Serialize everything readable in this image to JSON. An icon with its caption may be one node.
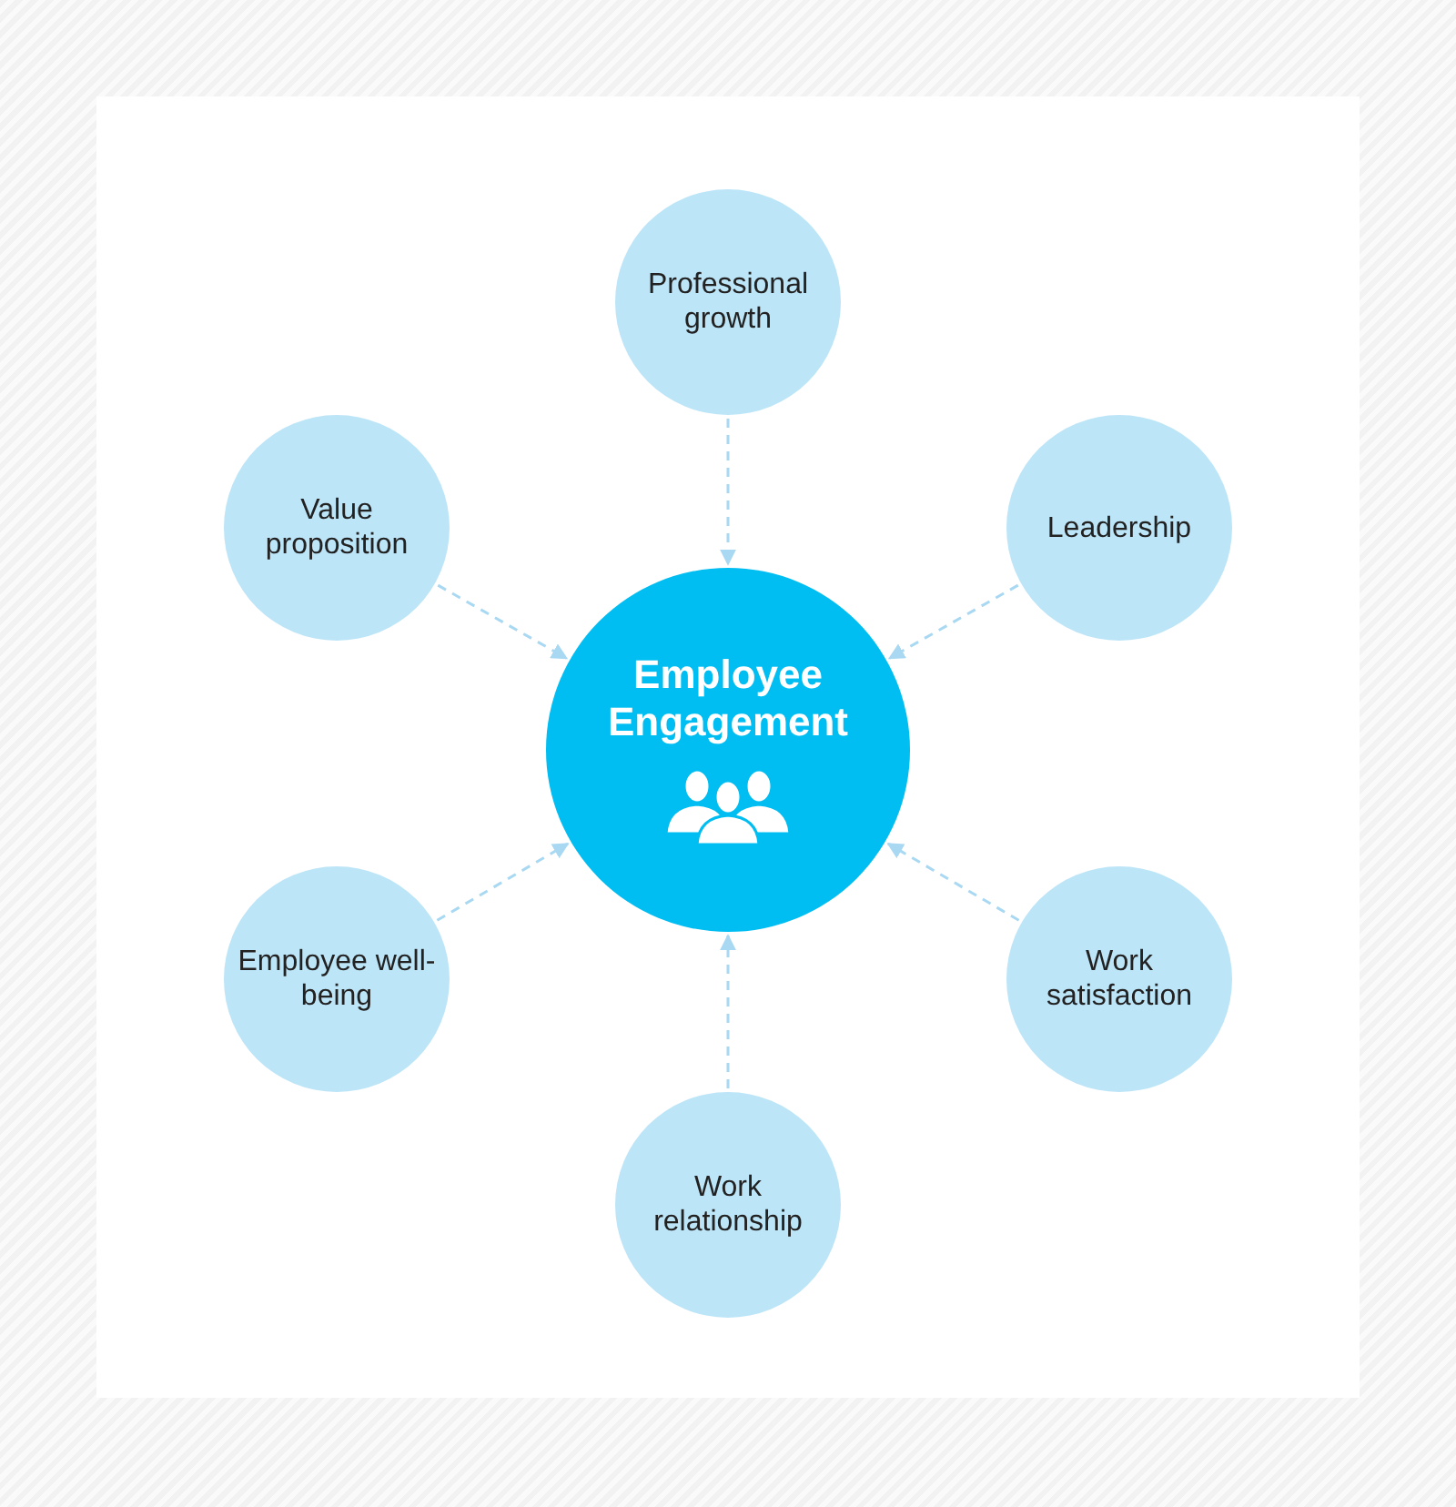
{
  "diagram": {
    "nodes": [
      {
        "text": [
          "Employee Engagement"
        ]
      },
      {
        "text": [
          "Professional growth"
        ]
      },
      {
        "text": [
          "Leadership"
        ]
      },
      {
        "text": [
          "Work satisfaction"
        ]
      },
      {
        "text": [
          "Work relationship"
        ]
      },
      {
        "text": [
          "Employee well-being"
        ]
      },
      {
        "text": [
          "Value proposition"
        ]
      }
    ],
    "edges": [
      {
        "from": 1,
        "to": 0,
        "arrow": "to"
      },
      {
        "from": 2,
        "to": 0,
        "arrow": "to"
      },
      {
        "from": 3,
        "to": 0,
        "arrow": "to"
      },
      {
        "from": 4,
        "to": 0,
        "arrow": "to"
      },
      {
        "from": 5,
        "to": 0,
        "arrow": "to"
      },
      {
        "from": 6,
        "to": 0,
        "arrow": "to"
      }
    ]
  }
}
